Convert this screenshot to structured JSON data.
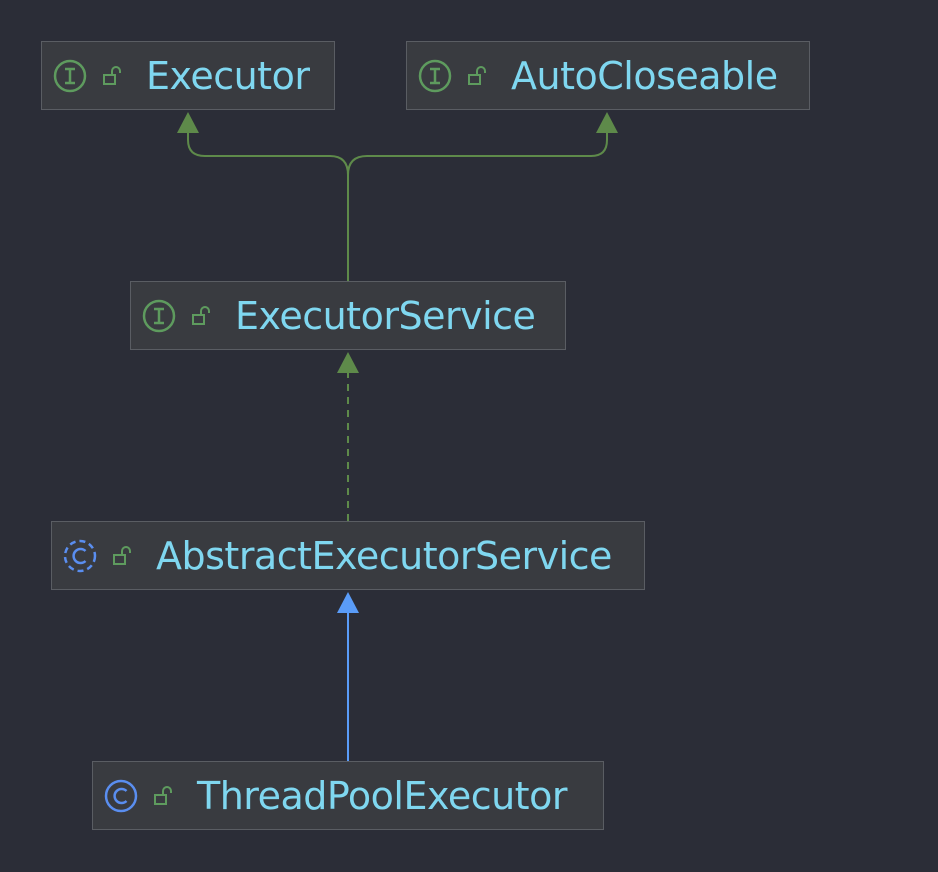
{
  "diagram": {
    "nodes": {
      "executor": {
        "label": "Executor",
        "kind": "interface-icon"
      },
      "autocloseable": {
        "label": "AutoCloseable",
        "kind": "interface-icon"
      },
      "executorservice": {
        "label": "ExecutorService",
        "kind": "interface-icon"
      },
      "abstract_executor_service": {
        "label": "AbstractExecutorService",
        "kind": "abstract-class-icon"
      },
      "thread_pool_executor": {
        "label": "ThreadPoolExecutor",
        "kind": "class-icon"
      }
    },
    "edges": [
      {
        "from": "ExecutorService",
        "to": "Executor",
        "type": "extends"
      },
      {
        "from": "ExecutorService",
        "to": "AutoCloseable",
        "type": "extends"
      },
      {
        "from": "AbstractExecutorService",
        "to": "ExecutorService",
        "type": "implements"
      },
      {
        "from": "ThreadPoolExecutor",
        "to": "AbstractExecutorService",
        "type": "extends"
      }
    ],
    "colors": {
      "background": "#2b2d37",
      "node_fill": "#393b40",
      "node_border": "#5a5d63",
      "label": "#7fd7f0",
      "interface_edge": "#5e8a4a",
      "class_edge": "#5a9cf8",
      "interface_icon": "#5e9b5e",
      "class_icon": "#5a8ef0"
    }
  }
}
